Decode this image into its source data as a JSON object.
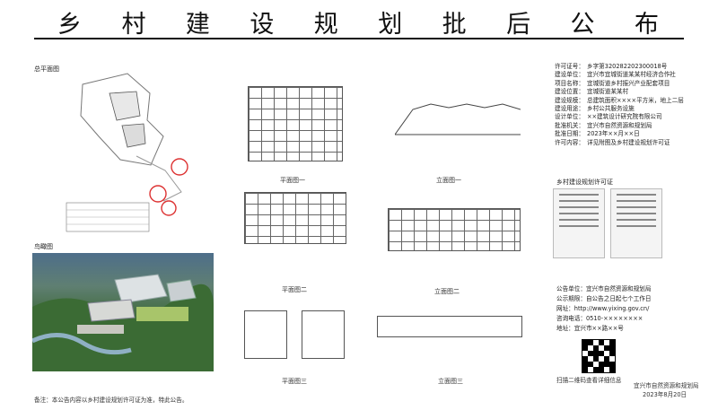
{
  "title": [
    "乡",
    "村",
    "建",
    "设",
    "规",
    "划",
    "批",
    "后",
    "公",
    "布"
  ],
  "labels": {
    "site_plan": "总平面图",
    "aerial": "鸟瞰图",
    "floor1": "平面图一",
    "floor2": "平面图二",
    "floor3": "平面图三",
    "elev1": "立面图一",
    "elev2": "立面图二",
    "elev3": "立面图三",
    "permit_copy": "乡村建设规划许可证"
  },
  "info_rows": [
    {
      "k": "许可证号：",
      "v": "乡字第320282202300018号"
    },
    {
      "k": "建设单位：",
      "v": "宜兴市宜城街道某某村经济合作社"
    },
    {
      "k": "项目名称：",
      "v": "宜城街道乡村振兴产业配套项目"
    },
    {
      "k": "建设位置：",
      "v": "宜城街道某某村"
    },
    {
      "k": "建设规模：",
      "v": "总建筑面积××××平方米，地上二层"
    },
    {
      "k": "建设用途：",
      "v": "乡村公共服务设施"
    },
    {
      "k": "设计单位：",
      "v": "××建筑设计研究院有限公司"
    },
    {
      "k": "批准机关：",
      "v": "宜兴市自然资源和规划局"
    },
    {
      "k": "批准日期：",
      "v": "2023年××月××日"
    },
    {
      "k": "许可内容：",
      "v": "详见附图及乡村建设规划许可证"
    }
  ],
  "publication": {
    "agency_k": "公告单位：",
    "agency_v": "宜兴市自然资源和规划局",
    "period_k": "公示期限：",
    "period_v": "自公告之日起七个工作日",
    "site_k": "网址：",
    "site_v": "http://www.yixing.gov.cn/",
    "tel_k": "咨询电话：",
    "tel_v": "0510-××××××××",
    "addr_k": "地址：",
    "addr_v": "宜兴市××路××号"
  },
  "qr_caption": "扫描二维码查看详细信息",
  "footnote": "备注：本公告内容以乡村建设规划许可证为准，特此公告。",
  "signature": "宜兴市自然资源和规划局",
  "date": "2023年8月20日"
}
